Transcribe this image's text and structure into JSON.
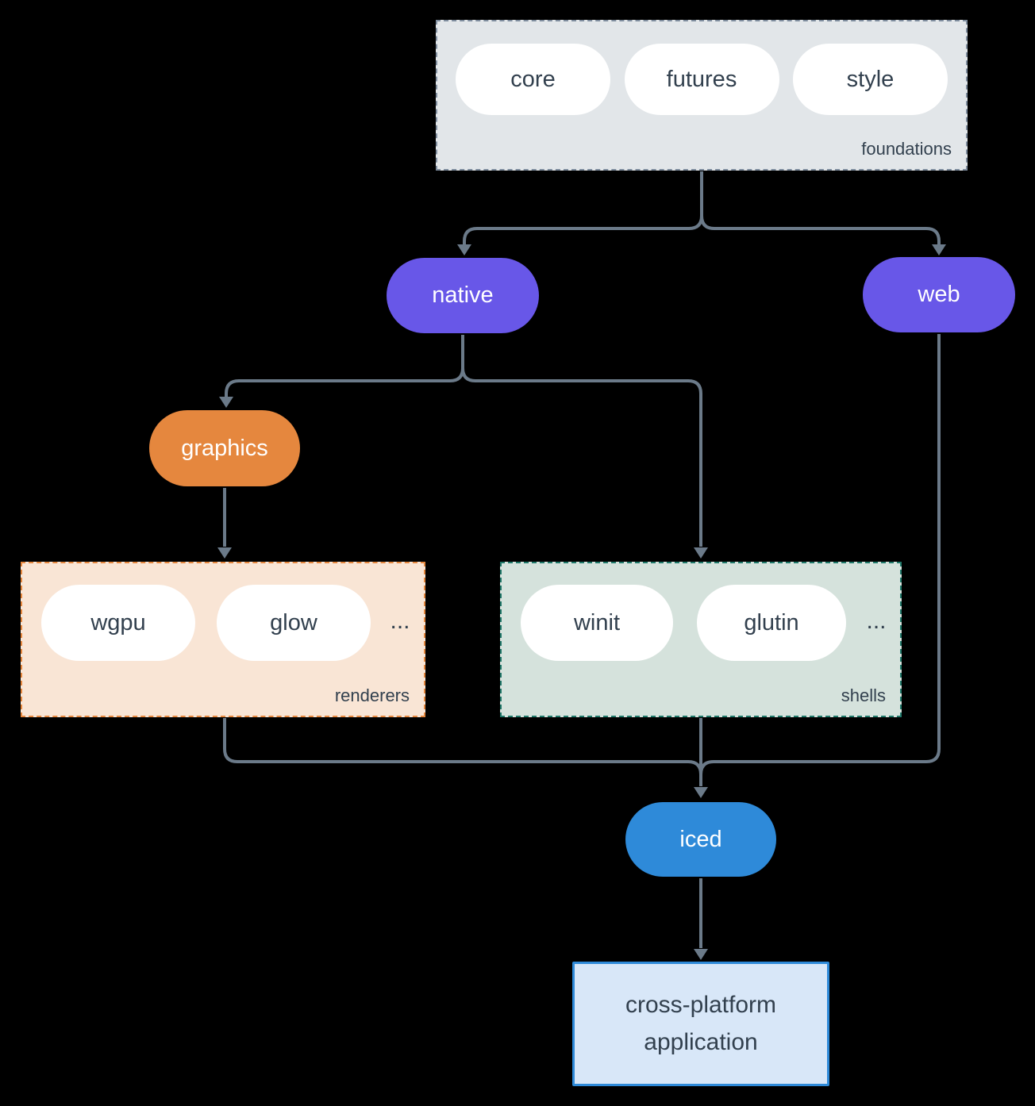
{
  "theme": {
    "background": "#000000",
    "line": "#6b7a89",
    "text_dark": "#32404e",
    "purple": "#6857e8",
    "orange": "#e5873e",
    "blue": "#2e8ad9",
    "foundations_bg": "#e2e6e9",
    "foundations_border": "#7e8c9d",
    "renderers_bg": "#f9e5d5",
    "renderers_border": "#e5873e",
    "shells_bg": "#d5e2dc",
    "shells_border": "#20796a",
    "app_bg": "#d8e7f8",
    "app_border": "#2e8ad9",
    "pill_bg": "#ffffff"
  },
  "foundations": {
    "label": "foundations",
    "items": [
      "core",
      "futures",
      "style"
    ]
  },
  "native": {
    "label": "native"
  },
  "web": {
    "label": "web"
  },
  "graphics": {
    "label": "graphics"
  },
  "renderers": {
    "label": "renderers",
    "items": [
      "wgpu",
      "glow"
    ],
    "ellipsis": "..."
  },
  "shells": {
    "label": "shells",
    "items": [
      "winit",
      "glutin"
    ],
    "ellipsis": "..."
  },
  "iced": {
    "label": "iced"
  },
  "application": {
    "label": "cross-platform application"
  }
}
